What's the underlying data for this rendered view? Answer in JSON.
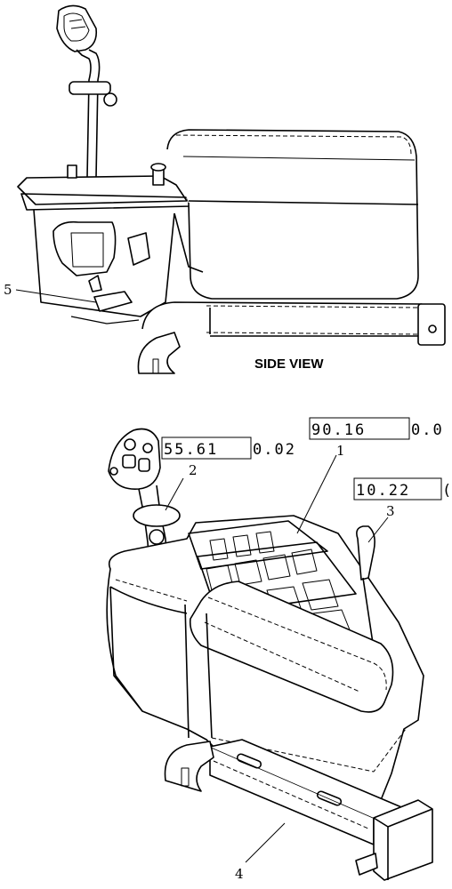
{
  "side_view": {
    "caption": "SIDE VIEW",
    "callout_5": "5"
  },
  "iso_view": {
    "ref_1": {
      "boxed": "90.16",
      "rest": "0.0",
      "callout": "1"
    },
    "ref_2": {
      "boxed": "55.61",
      "rest": "0.02",
      "callout": "2"
    },
    "ref_3": {
      "boxed": "10.22",
      "rest": "(",
      "callout": "3"
    },
    "callout_4": "4"
  }
}
